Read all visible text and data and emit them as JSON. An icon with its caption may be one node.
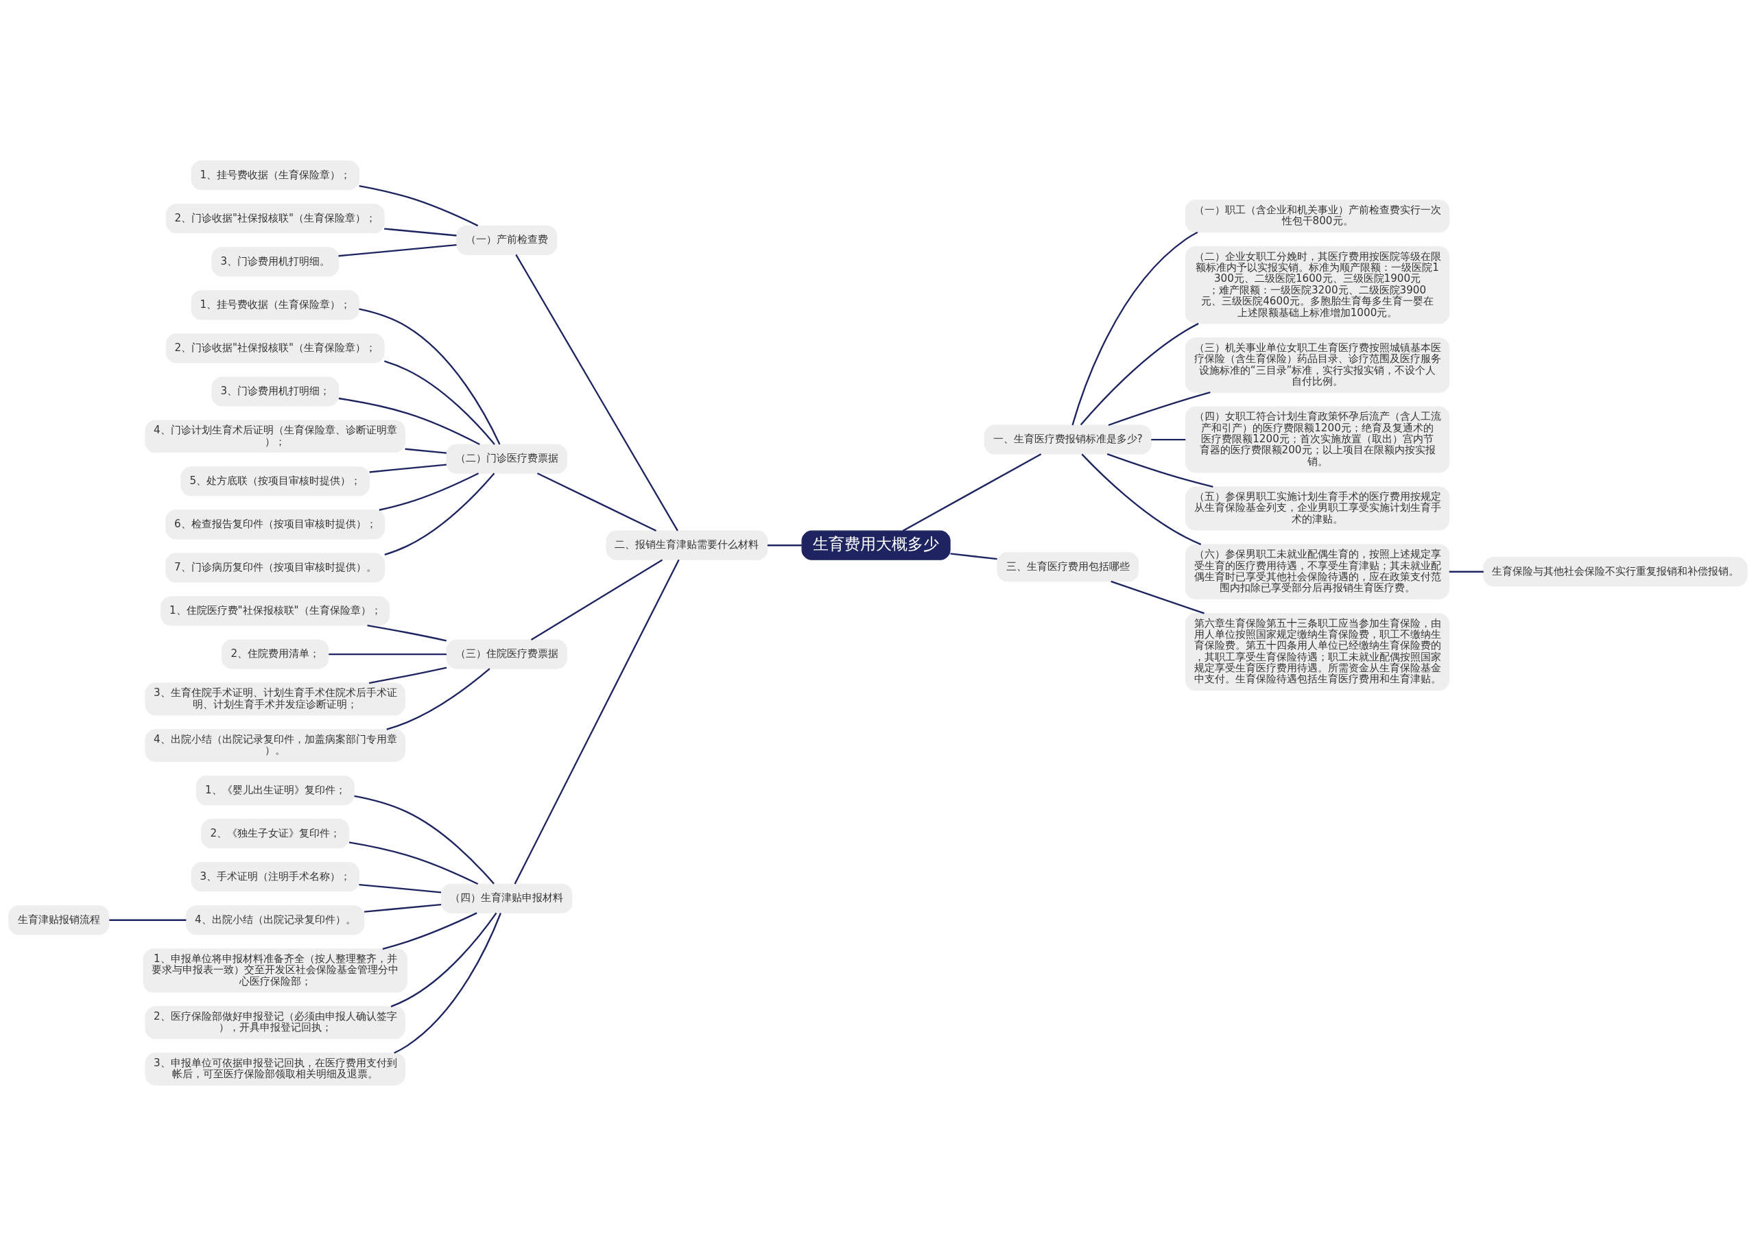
{
  "diagram": {
    "nodes": [
      {
        "text": [
          "生育费用大概多少"
        ]
      },
      {
        "text": [
          "一、生育医疗费报销标准是多少?"
        ]
      },
      {
        "text": [
          "（一）职工（含企业和机关事业）产前检查费实行一次性包干800元。"
        ]
      },
      {
        "text": [
          "（二）企业女职工分娩时，其医疗费用按医院等级在限额标准内予以实报实销。标准为顺产限额：一级医院1300元、二级医院1600元、三级医院1900元；难产限额：一级医院3200元、二级医院3900元、三级医院4600元。多胞胎生育每多生育一婴在上述限额基础上标准增加1000元。"
        ]
      },
      {
        "text": [
          "（三）机关事业单位女职工生育医疗费按照城镇基本医疗保险（含生育保险）药品目录、诊疗范围及医疗服务设施标准的“三目录”标准，实行实报实销，不设个人自付比例。"
        ]
      },
      {
        "text": [
          "（四）女职工符合计划生育政策怀孕后流产（含人工流产和引产）的医疗费限额1200元；绝育及复通术的医疗费限额1200元；首次实施放置（取出）宫内节育器的医疗费限额200元；以上项目在限额内按实报销。"
        ]
      },
      {
        "text": [
          "（五）参保男职工实施计划生育手术的医疗费用按规定从生育保险基金列支，企业男职工享受实施计划生育手术的津贴。"
        ]
      },
      {
        "text": [
          "（六）参保男职工未就业配偶生育的，按照上述规定享受生育的医疗费用待遇，不享受生育津贴；其未就业配偶生育时已享受其他社会保险待遇的，应在政策支付范围内扣除已享受部分后再报销生育医疗费。"
        ]
      },
      {
        "text": [
          "生育保险与其他社会保险不实行重复报销和补偿报销。"
        ]
      },
      {
        "text": [
          "三、生育医疗费用包括哪些"
        ]
      },
      {
        "text": [
          "第六章生育保险第五十三条职工应当参加生育保险，由用人单位按照国家规定缴纳生育保险费，职工不缴纳生育保险费。第五十四条用人单位已经缴纳生育保险费的，其职工享受生育保险待遇；职工未就业配偶按照国家规定享受生育医疗费用待遇。所需资金从生育保险基金中支付。生育保险待遇包括生育医疗费用和生育津贴。"
        ]
      },
      {
        "text": [
          "二、报销生育津贴需要什么材料"
        ]
      },
      {
        "text": [
          "（一）产前检查费"
        ]
      },
      {
        "text": [
          "1、挂号费收据（生育保险章）；"
        ]
      },
      {
        "text": [
          "2、门诊收据\"社保报核联\"（生育保险章）；"
        ]
      },
      {
        "text": [
          "3、门诊费用机打明细。"
        ]
      },
      {
        "text": [
          "（二）门诊医疗费票据"
        ]
      },
      {
        "text": [
          "1、挂号费收据（生育保险章）；"
        ]
      },
      {
        "text": [
          "2、门诊收据\"社保报核联\"（生育保险章）；"
        ]
      },
      {
        "text": [
          "3、门诊费用机打明细；"
        ]
      },
      {
        "text": [
          "4、门诊计划生育术后证明（生育保险章、诊断证明章）；"
        ]
      },
      {
        "text": [
          "5、处方底联（按项目审核时提供）；"
        ]
      },
      {
        "text": [
          "6、检查报告复印件（按项目审核时提供）；"
        ]
      },
      {
        "text": [
          "7、门诊病历复印件（按项目审核时提供）。"
        ]
      },
      {
        "text": [
          "（三）住院医疗费票据"
        ]
      },
      {
        "text": [
          "1、住院医疗费\"社保报核联\"（生育保险章）；"
        ]
      },
      {
        "text": [
          "2、住院费用清单；"
        ]
      },
      {
        "text": [
          "3、生育住院手术证明、计划生育手术住院术后手术证明、计划生育手术并发症诊断证明；"
        ]
      },
      {
        "text": [
          "4、出院小结（出院记录复印件，加盖病案部门专用章）。"
        ]
      },
      {
        "text": [
          "（四）生育津贴申报材料"
        ]
      },
      {
        "text": [
          "1、《婴儿出生证明》复印件；"
        ]
      },
      {
        "text": [
          "2、《独生子女证》复印件；"
        ]
      },
      {
        "text": [
          "3、手术证明（注明手术名称）；"
        ]
      },
      {
        "text": [
          "4、出院小结（出院记录复印件）。"
        ]
      },
      {
        "text": [
          "1、申报单位将申报材料准备齐全（按人整理整齐，并要求与申报表一致）交至开发区社会保险基金管理分中心医疗保险部；"
        ]
      },
      {
        "text": [
          "2、医疗保险部做好申报登记（必须由申报人确认签字），开具申报登记回执；"
        ]
      },
      {
        "text": [
          "3、申报单位可依据申报登记回执，在医疗费用支付到帐后，可至医疗保险部领取相关明细及退票。"
        ]
      },
      {
        "text": [
          "生育津贴报销流程"
        ]
      }
    ],
    "edges": [
      {
        "from": 0,
        "to": 1,
        "arrow": "none"
      },
      {
        "from": 1,
        "to": 2,
        "arrow": "none"
      },
      {
        "from": 1,
        "to": 3,
        "arrow": "none"
      },
      {
        "from": 1,
        "to": 4,
        "arrow": "none"
      },
      {
        "from": 1,
        "to": 5,
        "arrow": "none"
      },
      {
        "from": 1,
        "to": 6,
        "arrow": "none"
      },
      {
        "from": 1,
        "to": 7,
        "arrow": "none"
      },
      {
        "from": 7,
        "to": 8,
        "arrow": "none"
      },
      {
        "from": 0,
        "to": 9,
        "arrow": "none"
      },
      {
        "from": 9,
        "to": 10,
        "arrow": "none"
      },
      {
        "from": 0,
        "to": 11,
        "arrow": "none"
      },
      {
        "from": 11,
        "to": 12,
        "arrow": "none"
      },
      {
        "from": 12,
        "to": 13,
        "arrow": "none"
      },
      {
        "from": 12,
        "to": 14,
        "arrow": "none"
      },
      {
        "from": 12,
        "to": 15,
        "arrow": "none"
      },
      {
        "from": 11,
        "to": 16,
        "arrow": "none"
      },
      {
        "from": 16,
        "to": 17,
        "arrow": "none"
      },
      {
        "from": 16,
        "to": 18,
        "arrow": "none"
      },
      {
        "from": 16,
        "to": 19,
        "arrow": "none"
      },
      {
        "from": 16,
        "to": 20,
        "arrow": "none"
      },
      {
        "from": 16,
        "to": 21,
        "arrow": "none"
      },
      {
        "from": 16,
        "to": 22,
        "arrow": "none"
      },
      {
        "from": 16,
        "to": 23,
        "arrow": "none"
      },
      {
        "from": 11,
        "to": 24,
        "arrow": "none"
      },
      {
        "from": 24,
        "to": 25,
        "arrow": "none"
      },
      {
        "from": 24,
        "to": 26,
        "arrow": "none"
      },
      {
        "from": 24,
        "to": 27,
        "arrow": "none"
      },
      {
        "from": 24,
        "to": 28,
        "arrow": "none"
      },
      {
        "from": 11,
        "to": 29,
        "arrow": "none"
      },
      {
        "from": 29,
        "to": 30,
        "arrow": "none"
      },
      {
        "from": 29,
        "to": 31,
        "arrow": "none"
      },
      {
        "from": 29,
        "to": 32,
        "arrow": "none"
      },
      {
        "from": 29,
        "to": 33,
        "arrow": "none"
      },
      {
        "from": 29,
        "to": 34,
        "arrow": "none"
      },
      {
        "from": 29,
        "to": 35,
        "arrow": "none"
      },
      {
        "from": 29,
        "to": 36,
        "arrow": "none"
      },
      {
        "from": 33,
        "to": 37,
        "arrow": "none"
      }
    ]
  }
}
